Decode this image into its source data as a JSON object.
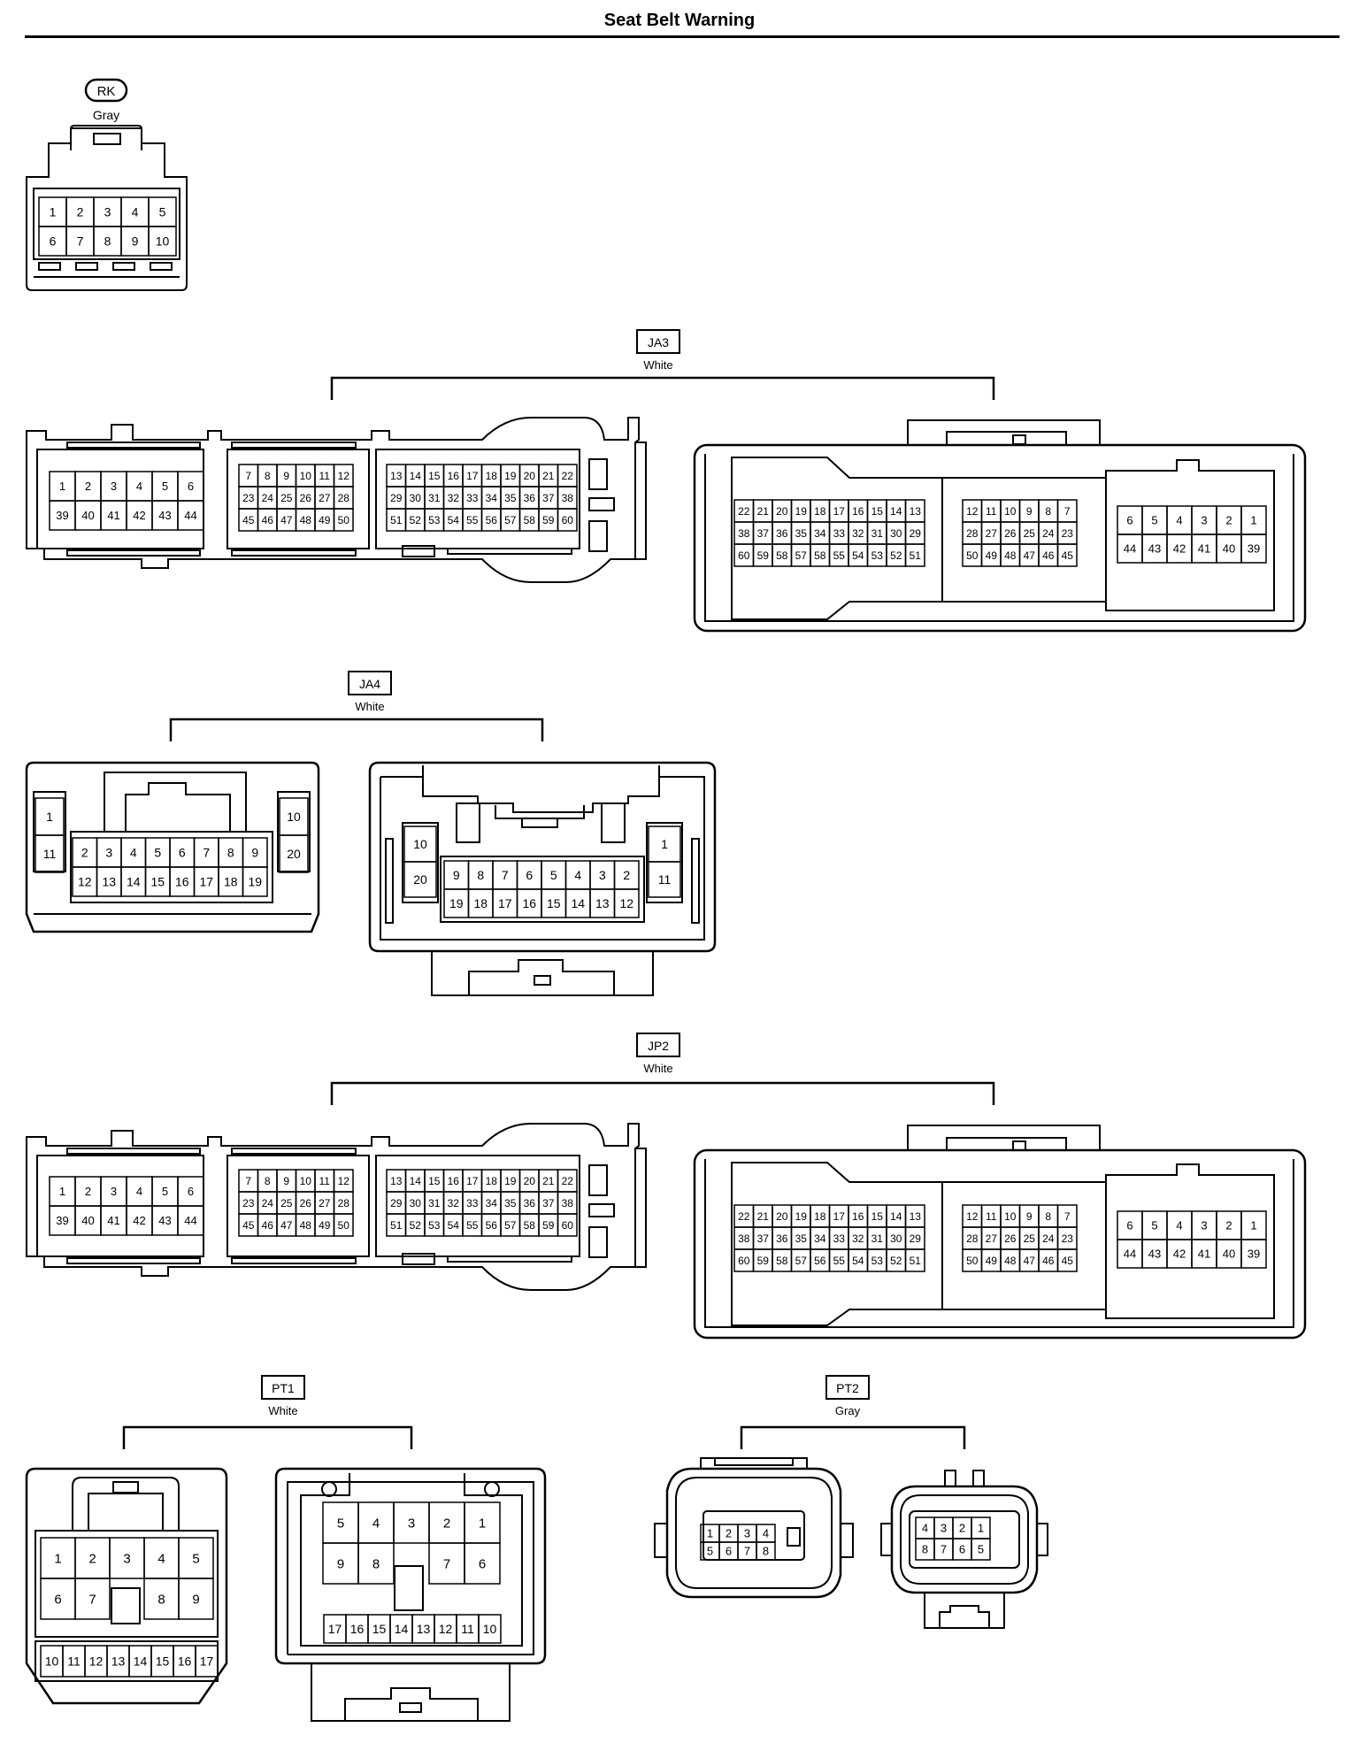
{
  "page": {
    "title": "Seat Belt Warning"
  },
  "connectors": {
    "RK": {
      "code": "RK",
      "color": "Gray",
      "rows": [
        [
          "1",
          "2",
          "3",
          "4",
          "5"
        ],
        [
          "6",
          "7",
          "8",
          "9",
          "10"
        ]
      ]
    },
    "JA3": {
      "code": "JA3",
      "color": "White",
      "a_blocks": [
        {
          "rows": [
            [
              "1",
              "2",
              "3",
              "4",
              "5",
              "6"
            ],
            [
              "39",
              "40",
              "41",
              "42",
              "43",
              "44"
            ]
          ]
        },
        {
          "rows": [
            [
              "7",
              "8",
              "9",
              "10",
              "11",
              "12"
            ],
            [
              "23",
              "24",
              "25",
              "26",
              "27",
              "28"
            ],
            [
              "45",
              "46",
              "47",
              "48",
              "49",
              "50"
            ]
          ]
        },
        {
          "rows": [
            [
              "13",
              "14",
              "15",
              "16",
              "17",
              "18",
              "19",
              "20",
              "21",
              "22"
            ],
            [
              "29",
              "30",
              "31",
              "32",
              "33",
              "34",
              "35",
              "36",
              "37",
              "38"
            ],
            [
              "51",
              "52",
              "53",
              "54",
              "55",
              "56",
              "57",
              "58",
              "59",
              "60"
            ]
          ]
        }
      ],
      "b_blocks": [
        {
          "rows": [
            [
              "22",
              "21",
              "20",
              "19",
              "18",
              "17",
              "16",
              "15",
              "14",
              "13"
            ],
            [
              "38",
              "37",
              "36",
              "35",
              "34",
              "33",
              "32",
              "31",
              "30",
              "29"
            ],
            [
              "60",
              "59",
              "58",
              "57",
              "58",
              "55",
              "54",
              "53",
              "52",
              "51"
            ]
          ]
        },
        {
          "rows": [
            [
              "12",
              "11",
              "10",
              "9",
              "8",
              "7"
            ],
            [
              "28",
              "27",
              "26",
              "25",
              "24",
              "23"
            ],
            [
              "50",
              "49",
              "48",
              "47",
              "46",
              "45"
            ]
          ]
        },
        {
          "rows": [
            [
              "6",
              "5",
              "4",
              "3",
              "2",
              "1"
            ],
            [
              "44",
              "43",
              "42",
              "41",
              "40",
              "39"
            ]
          ]
        }
      ]
    },
    "JA4": {
      "code": "JA4",
      "color": "White",
      "a_left": [
        "1",
        "11"
      ],
      "a_mid": [
        [
          "2",
          "3",
          "4",
          "5",
          "6",
          "7",
          "8",
          "9"
        ],
        [
          "12",
          "13",
          "14",
          "15",
          "16",
          "17",
          "18",
          "19"
        ]
      ],
      "a_right": [
        "10",
        "20"
      ],
      "b_left": [
        "10",
        "20"
      ],
      "b_mid": [
        [
          "9",
          "8",
          "7",
          "6",
          "5",
          "4",
          "3",
          "2"
        ],
        [
          "19",
          "18",
          "17",
          "16",
          "15",
          "14",
          "13",
          "12"
        ]
      ],
      "b_right": [
        "1",
        "11"
      ]
    },
    "JP2": {
      "code": "JP2",
      "color": "White",
      "a_blocks": [
        {
          "rows": [
            [
              "1",
              "2",
              "3",
              "4",
              "5",
              "6"
            ],
            [
              "39",
              "40",
              "41",
              "42",
              "43",
              "44"
            ]
          ]
        },
        {
          "rows": [
            [
              "7",
              "8",
              "9",
              "10",
              "11",
              "12"
            ],
            [
              "23",
              "24",
              "25",
              "26",
              "27",
              "28"
            ],
            [
              "45",
              "46",
              "47",
              "48",
              "49",
              "50"
            ]
          ]
        },
        {
          "rows": [
            [
              "13",
              "14",
              "15",
              "16",
              "17",
              "18",
              "19",
              "20",
              "21",
              "22"
            ],
            [
              "29",
              "30",
              "31",
              "32",
              "33",
              "34",
              "35",
              "36",
              "37",
              "38"
            ],
            [
              "51",
              "52",
              "53",
              "54",
              "55",
              "56",
              "57",
              "58",
              "59",
              "60"
            ]
          ]
        }
      ],
      "b_blocks": [
        {
          "rows": [
            [
              "22",
              "21",
              "20",
              "19",
              "18",
              "17",
              "16",
              "15",
              "14",
              "13"
            ],
            [
              "38",
              "37",
              "36",
              "35",
              "34",
              "33",
              "32",
              "31",
              "30",
              "29"
            ],
            [
              "60",
              "59",
              "58",
              "57",
              "56",
              "55",
              "54",
              "53",
              "52",
              "51"
            ]
          ]
        },
        {
          "rows": [
            [
              "12",
              "11",
              "10",
              "9",
              "8",
              "7"
            ],
            [
              "28",
              "27",
              "26",
              "25",
              "24",
              "23"
            ],
            [
              "50",
              "49",
              "48",
              "47",
              "46",
              "45"
            ]
          ]
        },
        {
          "rows": [
            [
              "6",
              "5",
              "4",
              "3",
              "2",
              "1"
            ],
            [
              "44",
              "43",
              "42",
              "41",
              "40",
              "39"
            ]
          ]
        }
      ]
    },
    "PT1": {
      "code": "PT1",
      "color": "White",
      "a_rows": [
        [
          "1",
          "2",
          "3",
          "4",
          "5"
        ],
        [
          "6",
          "7",
          "",
          "8",
          "9"
        ]
      ],
      "a_bottom": [
        "10",
        "11",
        "12",
        "13",
        "14",
        "15",
        "16",
        "17"
      ],
      "b_rows": [
        [
          "5",
          "4",
          "3",
          "2",
          "1"
        ],
        [
          "9",
          "8",
          "",
          "7",
          "6"
        ]
      ],
      "b_bottom": [
        "17",
        "16",
        "15",
        "14",
        "13",
        "12",
        "11",
        "10"
      ]
    },
    "PT2": {
      "code": "PT2",
      "color": "Gray",
      "a_rows": [
        [
          "1",
          "2",
          "3",
          "4"
        ],
        [
          "5",
          "6",
          "7",
          "8"
        ]
      ],
      "b_rows": [
        [
          "4",
          "3",
          "2",
          "1"
        ],
        [
          "8",
          "7",
          "6",
          "5"
        ]
      ]
    }
  }
}
